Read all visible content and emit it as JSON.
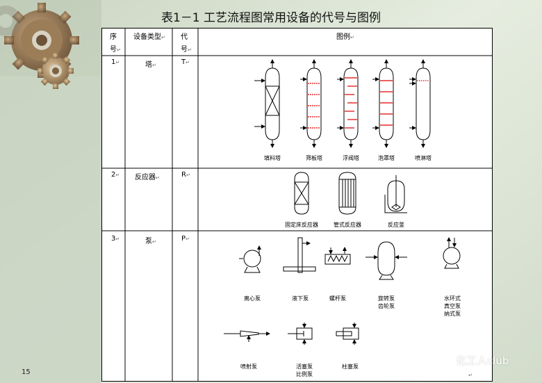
{
  "title": "表1－1 工艺流程图常用设备的代号与图例",
  "slide_number": "15",
  "watermark": "化工人club",
  "enter_mark": "↵",
  "header": {
    "seq_top": "序",
    "seq_bottom": "号",
    "type": "设备类型",
    "code_top": "代",
    "code_bottom": "号",
    "legend": "图例"
  },
  "rows": [
    {
      "seq": "1",
      "type": "塔",
      "code": "T",
      "items": [
        "填料塔",
        "筛板塔",
        "浮阀塔",
        "泡罩塔",
        "喷淋塔"
      ]
    },
    {
      "seq": "2",
      "type": "反应器",
      "code": "R",
      "items": [
        "固定床反应器",
        "管式反应器",
        "反应釜"
      ]
    },
    {
      "seq": "3",
      "type": "泵",
      "code": "P",
      "items": [
        "离心泵",
        "液下泵",
        "螺杆泵",
        "旋转泵",
        "齿轮泵",
        "水环式",
        "真空泵",
        "纳式泵",
        "喷射泵",
        "活塞泵",
        "比例泵",
        "柱塞泵"
      ]
    }
  ],
  "colors": {
    "tray_red": "#e00000",
    "line": "#000000"
  }
}
